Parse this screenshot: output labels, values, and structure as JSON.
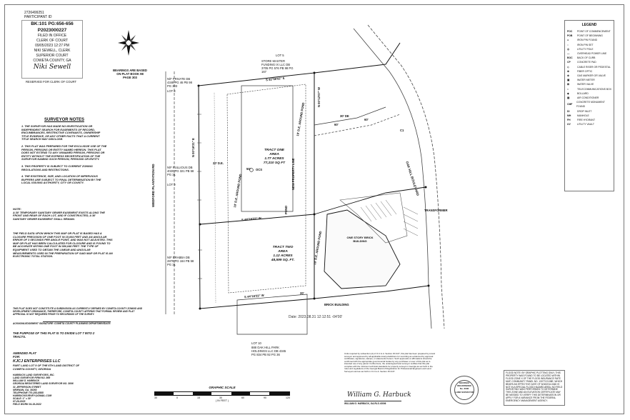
{
  "recording": {
    "id_number": "2726499251",
    "participant_id": "PARTICIPANT ID",
    "book_page": "BK:101 PG:656-656",
    "instrument": "P2023000227",
    "filed_lines": [
      "FILED IN OFFICE",
      "CLERK OF COURT",
      "09/05/2023 12:27 PM",
      "NIKI SEWELL, CLERK",
      "SUPERIOR COURT",
      "COWETA COUNTY, GA"
    ],
    "signature_text": "Niki Sewell",
    "reserved": "RESERVED FOR CLERK OF COURT"
  },
  "north_arrow_note": "BEARINGS ARE BASED ON PLAT BOOK 98 PAGE 303",
  "surveyor_notes": {
    "title": "SURVEYOR NOTES",
    "items": [
      "1. THE SURVEYOR HAS MADE NO INVESTIGATION OR INDEPENDENT SEARCH FOR EASEMENTS OF RECORD, ENCUMBRANCES, RESTRICTIVE COVENANTS, OWNERSHIP TITLE EVIDENCE, OR ANY OTHER FACTS THAT A CURRENT TITLE SEARCH MAY DISCLOSE.",
      "2. THIS PLAT WAS PREPARED FOR THE EXCLUSIVE USE OF THE PERSON, PERSONS OR ENTITY NAMED HEREON. THIS PLAT DOES NOT EXTEND TO ANY UNNAMED PERSON, PERSONS OR ENTITY WITHOUT THE EXPRESS RECERTIFICATION OF THE SURVEYOR NAMING SUCH PERSON, PERSONS OR ENTITY.",
      "3. THIS PROPERTY IS SUBJECT TO CURRENT ZONING REGULATIONS AND RESTRICTIONS.",
      "4. THE EXISTENCE, SIZE, AND LOCATION OF IMPERVIOUS BUFFERS ARE SUBJECT TO FINAL DETERMINATION BY THE LOCAL ISSUING AUTHORITY, CITY OR COUNTY."
    ],
    "note_label": "NOTE:",
    "sewer_note": "A 30' TEMPORARY SANITARY SEWER EASEMENT EXISTS ALONG THE FRONT AND REAR OF EACH LOT, AND IF CONSTRUCTED, A 30' SANITARY SEWER EASEMENT SHALL REMAIN.",
    "closure_note": "THE FIELD DATA UPON WHICH THIS MAP OR PLAT IS BASED HAS A CLOSURE PRECISION OF ONE FOOT IN 15,004 FEET AND AN ANGULAR ERROR OF 3 SECONDS PER ANGLE POINT, AND WAS NOT ADJUSTED. THIS MAP OR PLAT HAS BEEN CALCULATED FOR CLOSURE AND IS FOUND TO BE ACCURATE WITHIN ONE FOOT IN 380,048 FEET. THE TYPE OF EQUIPMENT USED TO OBTAIN THE LINEAR AND ANGULAR MEASUREMENTS USED IN THE PREPARATION OF SAID MAP OR PLAT IS AN ELECTRONIC TOTAL STATION."
  },
  "county_note": "THIS PLAT DOES NOT CONSTITUTE A SUBDIVISION AS CURRENTLY DEFINED BY COWETA COUNTY ZONING AND DEVELOPMENT ORDINANCE; THEREFORE, COWETA COUNTY AFFIRMS THAT FORMAL REVIEW AND PLAT APPROVAL IS NOT REQUIRED PRIOR TO RECORDING OF THE SURVEY.",
  "ack_label": "ACKNOWLEDGEMENT SIGNATURE: COWETA COUNTY PLANNING DEPARTMENT",
  "date_label": "DATE",
  "digital_date": "Date: 2023.08.31 12:12:51 -04'00'",
  "purpose": "THE PURPOSE OF THIS PLAT IS TO DIVIDE LOT 7 INTO 2 TRACTS.",
  "title_block": {
    "amended_plat_for": "AMENDED PLAT FOR:",
    "client": "KJCJ ENTERPRISES LLC",
    "location": "PART LAND LOT 9 OF THE 6TH LAND DISTRICT OF COWETA COUNTY, GEORGIA",
    "firm_lines": [
      "HARBUCK LAND SURVEYORS, INC.",
      "LAND SURVEYOR FIRM NO. 869",
      "WILLIAM G. HARBUCK",
      "GEORGIA REGISTERED LAND SURVEYOR NO. 3006",
      "31 JEFFERSON STREET",
      "NEWNAN, GA. 30263",
      "TELEPHONE 770-253-8585",
      "HARBUCKSURVEY@GMAIL.COM",
      "SCALE: 1\" = 30'",
      "07-26-2023",
      "FIELD WORK 04-15-2022"
    ]
  },
  "tracts": {
    "one": [
      "TRACT ONE",
      "AREA",
      "1.77 ACRES",
      "77,210 SQ FT"
    ],
    "two": [
      "TRACT TWO",
      "AREA",
      "1.12 ACRES",
      "48,599 SQ. FT."
    ]
  },
  "labels": {
    "road_left": "WEDFORD PLANTATION RD",
    "road_right": "OAK HILL BOULEVARD",
    "building": "ONE STORY BRICK BUILDING",
    "brick_building": "BRICK BUILDING",
    "lot5": "LOT 5",
    "lot5_owner": "STORE MASTER FUNDING IX LLC DB 3705 PG 576 PB 98 PG 167",
    "lot10": "LOT 10",
    "lot10_owner": "888 OAK HILL PARK HOLDINGS LLC DB 4345 PG 834 PB 92 PG 36",
    "lot8": "LOT 8",
    "lot9": "LOT 9",
    "lot8_owner": "N/F PRIVATE DB 4348 PG 46 PB 98 PG 303",
    "lot9_owner": "N/F PULLIOUS DB 4020 PG 321 PB 58 PG 31",
    "lotx_owner": "N/F BRABBA DB 2879 PG 164 PB 58 PG 31",
    "ocs": "OCS",
    "de_20": "20' D.E.",
    "de_10a": "10' D.E. AROUND POND",
    "de_10b": "10' D.E. AROUND POND",
    "de_10c": "10' D.E. AROUND POND",
    "pond": "POND",
    "transformer": "TRANSFORMER",
    "new_line": "NEW PROPERTY LINE",
    "bearing_top": "S 42°58'02\" E",
    "bearing_mid": "S 44°18'23\" W",
    "bearing_bot": "S 44°18'23\" W",
    "bearing_left": "N 00°16'21\" E",
    "bearing_right": "N 00°12'07\" W",
    "dim_60_a": "60'",
    "dim_60_b": "60'",
    "dim_30": "30' DE",
    "dim_50": "50'",
    "dim_20": "20'",
    "curve": "C1"
  },
  "legend": {
    "title": "LEGEND",
    "items": [
      {
        "code": "POC",
        "text": "POINT OF COMMENCEMENT"
      },
      {
        "code": "POB",
        "text": "POINT OF BEGINNING"
      },
      {
        "code": "●",
        "text": "IRON PIN FOUND"
      },
      {
        "code": "○",
        "text": "IRON PIN SET"
      },
      {
        "code": "◎",
        "text": "UTILITY POLE"
      },
      {
        "code": "—",
        "text": "OVERHEAD POWER LINE"
      },
      {
        "code": "BOC",
        "text": "BACK OF CURB"
      },
      {
        "code": "CP",
        "text": "CONCRETE PAD"
      },
      {
        "code": "◇",
        "text": "CABLE RISER OR PEDESTAL"
      },
      {
        "code": "⊕",
        "text": "FIBER OPTIC"
      },
      {
        "code": "⊗",
        "text": "GAS MARKER OR VALVE"
      },
      {
        "code": "▣",
        "text": "WATER METER"
      },
      {
        "code": "⊠",
        "text": "WATER VALVE"
      },
      {
        "code": "□",
        "text": "TELECOMMUNICATIONS BOX"
      },
      {
        "code": "◆",
        "text": "BOLLARD"
      },
      {
        "code": "▤",
        "text": "AIR CONDITIONER"
      },
      {
        "code": "CMF",
        "text": "CONCRETE MONUMENT FOUND"
      },
      {
        "code": "DI",
        "text": "DROP INLET"
      },
      {
        "code": "MH",
        "text": "MANHOLE"
      },
      {
        "code": "FH",
        "text": "FIRE HYDRANT"
      },
      {
        "code": "UV",
        "text": "UTILITY VAULT"
      }
    ]
  },
  "flood_note": "FLOOD NOTE: BY GRAPHIC PLOTTING ONLY, THIS PROPERTY WAS FOUND TO BE LOCATED WITHIN FLOOD ZONE X OF THE FLOOD INSURANCE RATE MAP, COMMUNITY PANEL NO. 13077C0138E, WHICH BEARS AN EFFECTIVE DATE OF 8/18/2014 AND IS NOT IN A SPECIAL FLOOD HAZARD AREA. NO FIELD SURVEYING WAS PERFORMED TO DETERMINE THIS ZONE AND AN ELEVATION CERTIFICATE MAY BE NEEDED TO VERIFY THIS DETERMINATION OR APPLY FOR A VARIANCE FROM THE FEDERAL EMERGENCY MANAGEMENT AGENCY.",
  "cert_note": "Units required by subsection (d) of O.C.G.A. Section 15-6-67, this plat has been prepared by a land surveyor and approved by all applicable local jurisdictions for recording as evidenced by approval certificates, signatures, stamps, or statements hereon. Such approvals or affirmations should be confirmed with the appropriate governmental bodies by any purchaser or user of this plat as to intended use of any parcel. Furthermore, the undersigned land surveyor certifies that this plat complies with the minimum technical standards for property surveys in Georgia as set forth in the rules and regulations of the Georgia Board of Registration for Professional Engineers and Land Surveyors and as set forth in O.C.G.A. Section 15-6-67.",
  "surveyor_signature": "William G. Harbuck",
  "surveyor_name": "WILLIAM G. HARBUCK, GA.RLS #3006",
  "seal_text": [
    "GEORGIA",
    "REGISTERED",
    "No. 3006",
    "LAND SURVEYOR"
  ],
  "scale": {
    "title": "GRAPHIC SCALE",
    "ticks": [
      "30",
      "0",
      "15",
      "30",
      "60",
      "90",
      "120"
    ],
    "unit": "( IN FEET )"
  }
}
